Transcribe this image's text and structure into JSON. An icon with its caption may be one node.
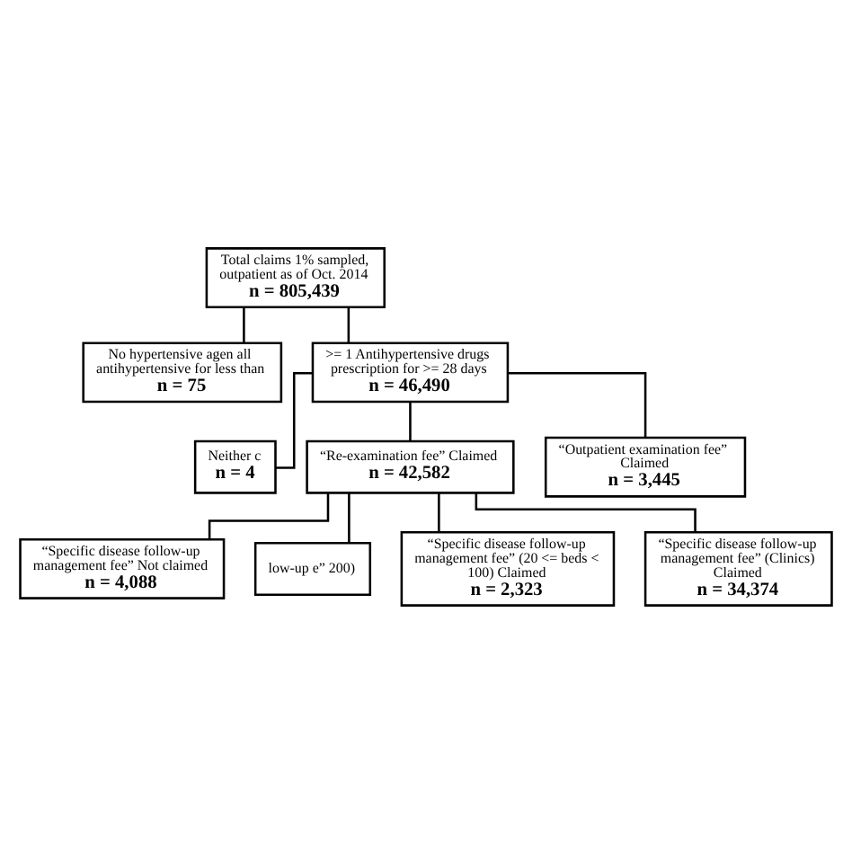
{
  "diagram": {
    "nodes": [
      {
        "text": [
          "Total claims 1% sampled, outpatient as of Oct. 2014",
          "n = 805,439"
        ]
      },
      {
        "text": [
          "No hypertensive agen all antihypertensive for less than",
          "n = 75"
        ]
      },
      {
        "text": [
          ">= 1 Antihypertensive drugs prescription for >= 28 days",
          "n = 46,490"
        ]
      },
      {
        "text": [
          "Neither c",
          "n = 4"
        ]
      },
      {
        "text": [
          "“Re-examination fee” Claimed",
          "n = 42,582"
        ]
      },
      {
        "text": [
          "“Outpatient examination fee” Claimed",
          "n = 3,445"
        ]
      },
      {
        "text": [
          "“Specific disease follow-up management fee” Not claimed",
          "n = 4,088"
        ]
      },
      {
        "text": [
          "low-up e” 200)"
        ]
      },
      {
        "text": [
          "“Specific disease follow-up management fee” (20 <= beds < 100) Claimed",
          "n = 2,323"
        ]
      },
      {
        "text": [
          "“Specific disease follow-up management fee” (Clinics) Claimed",
          "n = 34,374"
        ]
      }
    ],
    "edges": [
      {
        "from": 0,
        "to": 1,
        "arrow": "none"
      },
      {
        "from": 0,
        "to": 2,
        "arrow": "none"
      },
      {
        "from": 2,
        "to": 3,
        "arrow": "none"
      },
      {
        "from": 2,
        "to": 4,
        "arrow": "none"
      },
      {
        "from": 2,
        "to": 5,
        "arrow": "none"
      },
      {
        "from": 4,
        "to": 6,
        "arrow": "none"
      },
      {
        "from": 4,
        "to": 7,
        "arrow": "none"
      },
      {
        "from": 4,
        "to": 8,
        "arrow": "none"
      },
      {
        "from": 4,
        "to": 9,
        "arrow": "none"
      }
    ]
  }
}
